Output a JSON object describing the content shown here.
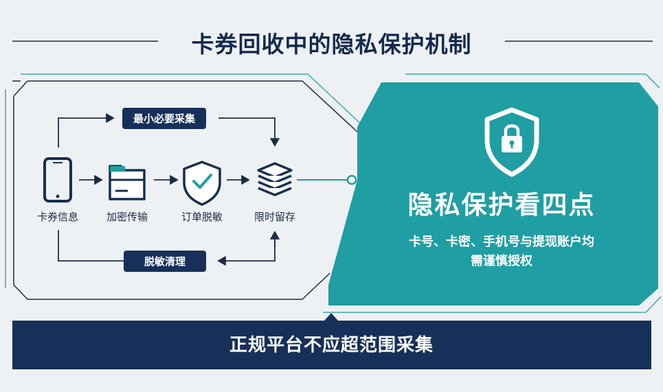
{
  "title": "卡券回收中的隐私保护机制",
  "flow": {
    "top_tag": "最小必要采集",
    "bottom_tag": "脱敏清理",
    "steps": [
      {
        "label": "卡券信息",
        "icon": "phone-icon"
      },
      {
        "label": "加密传输",
        "icon": "card-folder-icon"
      },
      {
        "label": "订单脱敏",
        "icon": "shield-check-icon"
      },
      {
        "label": "限时留存",
        "icon": "layers-stack-icon"
      }
    ]
  },
  "panel": {
    "icon": "shield-lock-icon",
    "title": "隐私保护看四点",
    "line1": "卡号、卡密、手机号与提现账户均",
    "line2": "需谨慎授权"
  },
  "footer": {
    "text": "正规平台不应超范围采集"
  },
  "colors": {
    "navy": "#163059",
    "teal": "#1f9ea3",
    "background": "#eef1f4"
  }
}
